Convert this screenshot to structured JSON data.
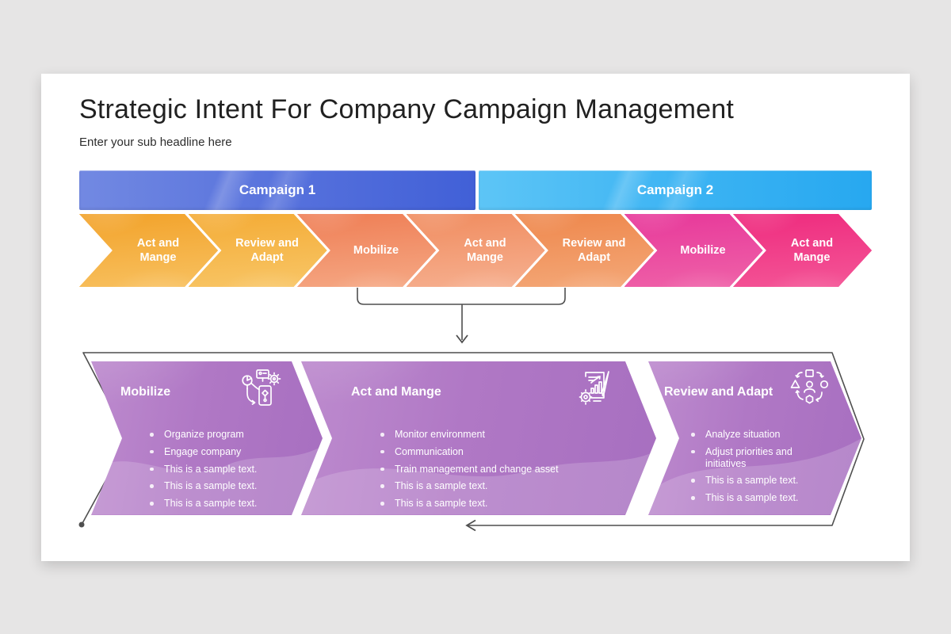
{
  "slide": {
    "title": "Strategic Intent For Company Campaign Management",
    "subtitle": "Enter your sub headline here"
  },
  "campaign_headers": [
    {
      "label": "Campaign 1"
    },
    {
      "label": "Campaign 2"
    }
  ],
  "process_chevrons": [
    {
      "label": "Act and Mange"
    },
    {
      "label": "Review and Adapt"
    },
    {
      "label": "Mobilize"
    },
    {
      "label": "Act and Mange"
    },
    {
      "label": "Review and Adapt"
    },
    {
      "label": "Mobilize"
    },
    {
      "label": "Act and Mange"
    }
  ],
  "detail_blocks": [
    {
      "title": "Mobilize",
      "icon": "automation-process-icon",
      "bullets": [
        "Organize program",
        "Engage company",
        "This is a sample text.",
        "This is a sample text.",
        "This is a sample text."
      ]
    },
    {
      "title": "Act and Mange",
      "icon": "analytics-report-icon",
      "bullets": [
        "Monitor environment",
        "Communication",
        "Train management and change asset",
        "This is a sample text.",
        "This is a sample text."
      ]
    },
    {
      "title": "Review and Adapt",
      "icon": "team-cycle-icon",
      "bullets": [
        "Analyze situation",
        "Adjust priorities and initiatives",
        "This is a sample text.",
        "This is a sample text."
      ]
    }
  ],
  "colors": {
    "page_background": "#E6E5E5",
    "slide_background": "#FFFFFF",
    "campaign1_gradient": [
      "#7289E2",
      "#4160D7"
    ],
    "campaign2_gradient": [
      "#5DC5F6",
      "#27A8F0"
    ],
    "chevrons": [
      "#F4A42E",
      "#F5AE3A",
      "#F08059",
      "#F18F63",
      "#EF8A50",
      "#E93C98",
      "#EF2E80"
    ],
    "detail_purple": "#B078C5",
    "connector_line": "#4F4F4F",
    "text_on_shapes": "#FFFFFF",
    "title_text": "#212121"
  }
}
